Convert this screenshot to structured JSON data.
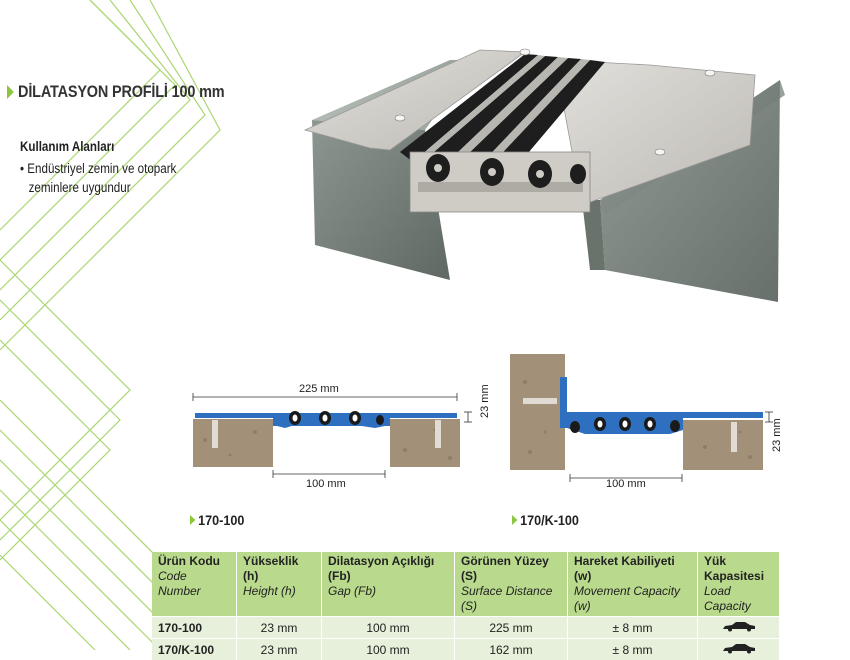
{
  "page": {
    "title": "DİLATASYON PROFİLİ 100 mm",
    "usage_heading": "Kullanım Alanları",
    "usage_items": [
      "Endüstriyel zemin ve otopark zeminlere uygundur"
    ]
  },
  "diagrams": {
    "left": {
      "width_label": "225 mm",
      "gap_label": "100 mm",
      "height_label": "23 mm",
      "code": "170-100"
    },
    "right": {
      "gap_label": "100 mm",
      "height_label": "23 mm",
      "code": "170/K-100"
    }
  },
  "table": {
    "headers": [
      {
        "tr": "Ürün Kodu",
        "en": "Code Number"
      },
      {
        "tr": "Yükseklik (h)",
        "en": "Height (h)"
      },
      {
        "tr": "Dilatasyon Açıklığı (Fb)",
        "en": "Gap (Fb)"
      },
      {
        "tr": "Görünen Yüzey (S)",
        "en": "Surface Distance (S)"
      },
      {
        "tr": "Hareket Kabiliyeti (w)",
        "en": "Movement Capacity (w)"
      },
      {
        "tr": "Yük Kapasitesi",
        "en": "Load Capacity"
      }
    ],
    "rows": [
      {
        "code": "170-100",
        "height": "23 mm",
        "gap": "100 mm",
        "surface": "225 mm",
        "movement": "± 8 mm",
        "load_icon": "car-icon"
      },
      {
        "code": "170/K-100",
        "height": "23 mm",
        "gap": "100 mm",
        "surface": "162 mm",
        "movement": "± 8 mm",
        "load_icon": "car-icon"
      }
    ]
  },
  "colors": {
    "accent": "#8cc63f",
    "profile_blue": "#2f6fc0",
    "table_header": "#b9d98d",
    "table_row": "#e7f0da"
  }
}
